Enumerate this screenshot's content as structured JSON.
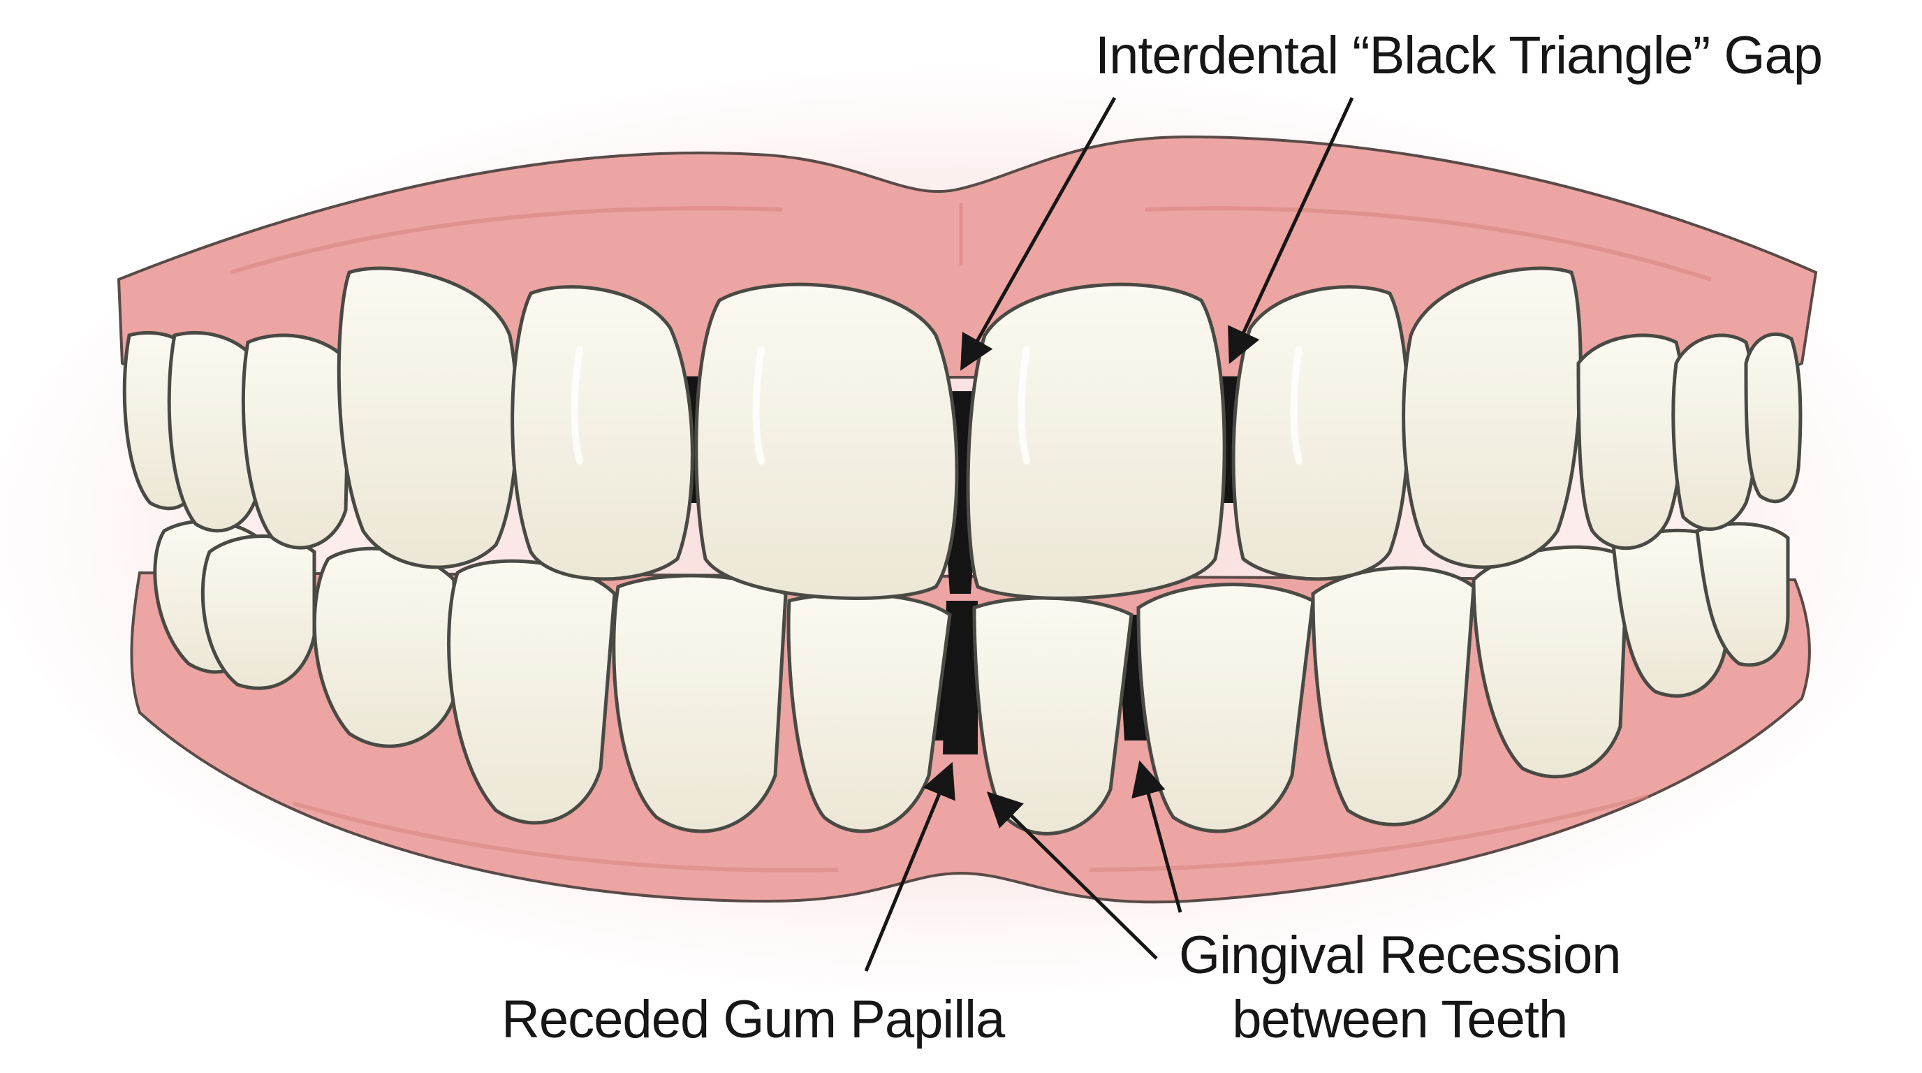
{
  "labels": {
    "black_triangle": "Interdental “Black Triangle” Gap",
    "papilla": "Receded Gum Papilla",
    "recession_line1": "Gingival Recession",
    "recession_line2": "between Teeth"
  },
  "colors": {
    "background": "#ffffff",
    "gum": "#eca5a2",
    "gum_shadow": "#d98580",
    "gum_highlight": "#f6c7c3",
    "tooth": "#f6f3e8",
    "tooth_shade": "#e7e2d0",
    "outline": "#4a4a44",
    "gap": "#141414",
    "text": "#161616"
  },
  "icons": [
    "arrow-icon"
  ]
}
